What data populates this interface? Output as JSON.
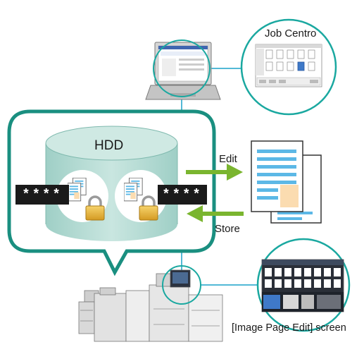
{
  "labels": {
    "hdd": "HDD",
    "edit": "Edit",
    "store": "Store",
    "job_centro": "Job Centro",
    "image_page_edit": "[Image Page Edit] screen",
    "mask_left": "****",
    "mask_right": "****"
  },
  "colors": {
    "teal_border": "#1a8f80",
    "cylinder_fill": "#b9dcd6",
    "arrow_green": "#7ab52f",
    "doc_lines": "#5cb8e6",
    "doc_image": "#fbdcb0",
    "lock_gold": "#e8b43a",
    "connector": "#53b9d6"
  },
  "icons": {
    "lock": "padlock-icon",
    "document": "document-icon",
    "laptop": "laptop-icon",
    "printer": "printer-icon"
  }
}
